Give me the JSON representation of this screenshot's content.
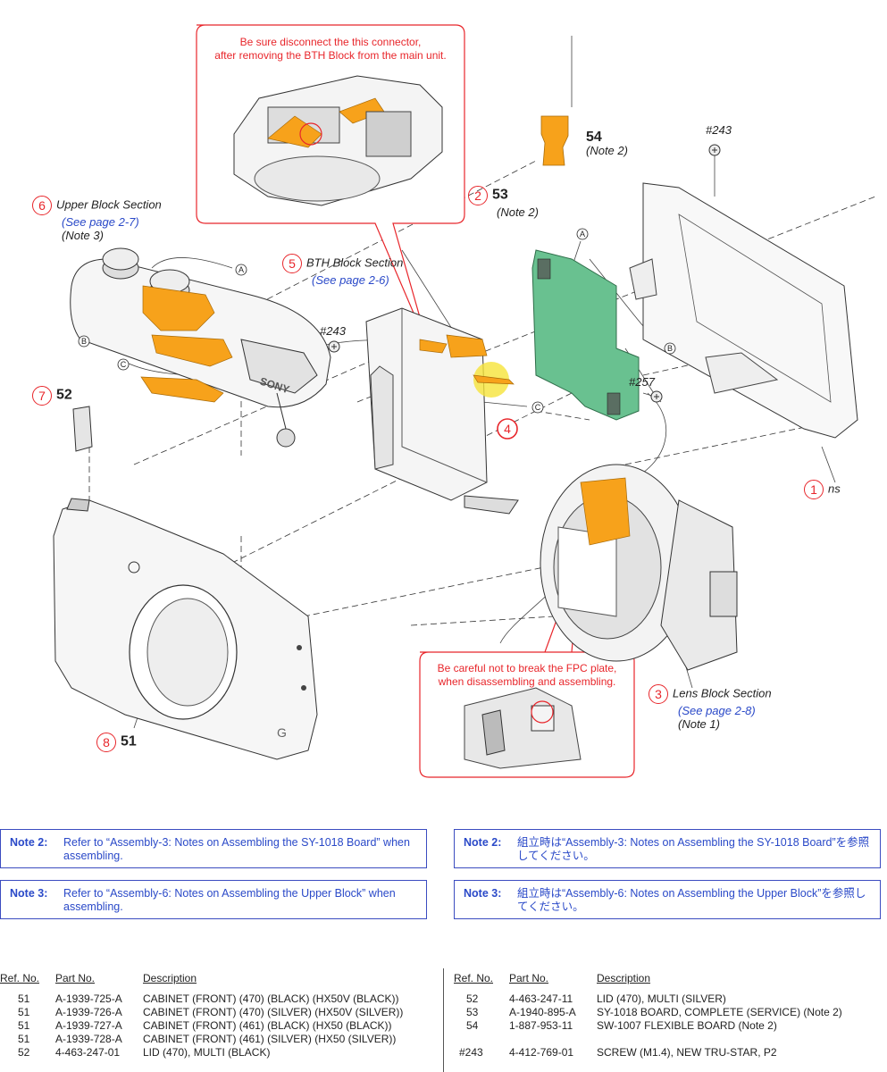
{
  "diagram": {
    "callouts": {
      "connector_warning": "Be sure disconnect the this connector,\nafter removing the BTH Block from the main unit.",
      "fpc_warning": "Be careful not to break the FPC plate,\nwhen disassembling and assembling."
    },
    "sections": [
      {
        "num": "1",
        "label": "ns"
      },
      {
        "num": "2",
        "part": "53",
        "note": "(Note 2)"
      },
      {
        "num": "3",
        "label": "Lens Block Section",
        "link": "(See page 2-8)",
        "note": "(Note 1)"
      },
      {
        "num": "4"
      },
      {
        "num": "5",
        "label": "BTH Block Section",
        "link": "(See page 2-6)"
      },
      {
        "num": "6",
        "label": "Upper Block Section",
        "link": "(See page 2-7)",
        "note": "(Note 3)"
      },
      {
        "num": "7",
        "part": "52"
      },
      {
        "num": "8",
        "part": "51"
      }
    ],
    "part_54": {
      "part": "54",
      "note": "(Note 2)"
    },
    "screws": [
      "#243",
      "#243",
      "#257"
    ],
    "connectors": [
      "A",
      "A",
      "B",
      "B",
      "C",
      "C"
    ],
    "brand_mark": "SONY",
    "colors": {
      "callout_red": "#e8262b",
      "link_blue": "#2a49c8",
      "flex_orange": "#f7a21b",
      "board_green": "#69c190",
      "highlight_yellow": "#f6e33a"
    }
  },
  "notes_en": [
    {
      "head": "Note 2:",
      "body": "Refer to “Assembly-3: Notes on Assembling the SY-1018 Board” when assembling."
    },
    {
      "head": "Note 3:",
      "body": "Refer to “Assembly-6: Notes on Assembling the Upper Block” when assembling."
    }
  ],
  "notes_jp": [
    {
      "head": "Note 2:",
      "body": "組立時は“Assembly-3: Notes on Assembling the SY-1018 Board”を参照してください。"
    },
    {
      "head": "Note 3:",
      "body": "組立時は“Assembly-6: Notes on Assembling the Upper Block”を参照してください。"
    }
  ],
  "parts_table": {
    "headers": [
      "Ref. No.",
      "Part No.",
      "Description"
    ],
    "left_rows": [
      [
        "51",
        "A-1939-725-A",
        "CABINET (FRONT) (470) (BLACK) (HX50V (BLACK))"
      ],
      [
        "51",
        "A-1939-726-A",
        "CABINET (FRONT) (470) (SILVER) (HX50V (SILVER))"
      ],
      [
        "51",
        "A-1939-727-A",
        "CABINET (FRONT) (461) (BLACK) (HX50 (BLACK))"
      ],
      [
        "51",
        "A-1939-728-A",
        "CABINET (FRONT) (461) (SILVER) (HX50 (SILVER))"
      ],
      [
        "52",
        "4-463-247-01",
        "LID (470), MULTI (BLACK)"
      ]
    ],
    "right_rows": [
      [
        "52",
        "4-463-247-11",
        "LID (470), MULTI (SILVER)"
      ],
      [
        "53",
        "A-1940-895-A",
        "SY-1018 BOARD, COMPLETE (SERVICE) (Note 2)"
      ],
      [
        "54",
        "1-887-953-11",
        "SW-1007 FLEXIBLE BOARD (Note 2)"
      ],
      [
        "",
        "",
        ""
      ],
      [
        "#243",
        "4-412-769-01",
        "SCREW (M1.4), NEW TRU-STAR, P2"
      ]
    ]
  }
}
